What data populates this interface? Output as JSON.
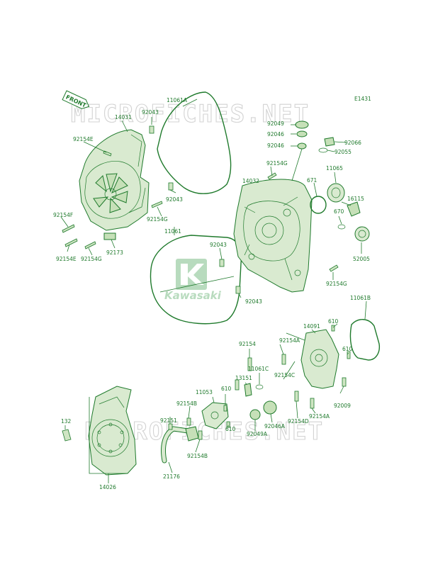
{
  "diagram_code": "E1431",
  "watermark_text": "MICROFICHES.NET",
  "logo_text": "Kawasaki",
  "front_label": "FRONT",
  "colors": {
    "line": "#1f7a2c",
    "fill": "#d9ead0",
    "watermark": "#d3d3d3",
    "logo": "#7fbf8a"
  },
  "labels": {
    "l14031": "14031",
    "l92043a": "92043",
    "l11061a": "11061A",
    "l92154e_top": "92154E",
    "l92043b": "92043",
    "l92154f": "92154F",
    "l92154g_a": "92154G",
    "l92173": "92173",
    "l92154e_bot": "92154E",
    "l92154g_b": "92154G",
    "l92049": "92049",
    "l92046a": "92046",
    "l92046b": "92046",
    "l92066": "92066",
    "l92055": "92055",
    "l92154g_c": "92154G",
    "l14032": "14032",
    "l671": "671",
    "l11065": "11065",
    "l16115": "16115",
    "l670": "670",
    "l52005": "52005",
    "l11061": "11061",
    "l92043c": "92043",
    "l92154g_d": "92154G",
    "l92043d": "92043",
    "l11061b": "11061B",
    "l14091": "14091",
    "l610a": "610",
    "l92154a_a": "92154A",
    "l92154": "92154",
    "l610b": "610",
    "l11061c": "11061C",
    "l92154c": "92154C",
    "l13151": "13151",
    "l11053": "11053",
    "l610c": "610",
    "l92009": "92009",
    "l92154b_a": "92154B",
    "l92046aa": "92046A",
    "l92154d": "92154D",
    "l92154a_b": "92154A",
    "l92151": "92151",
    "l610d": "610",
    "l92049a": "92049A",
    "l132": "132",
    "l92154b_b": "92154B",
    "l21176": "21176",
    "l14026": "14026"
  }
}
